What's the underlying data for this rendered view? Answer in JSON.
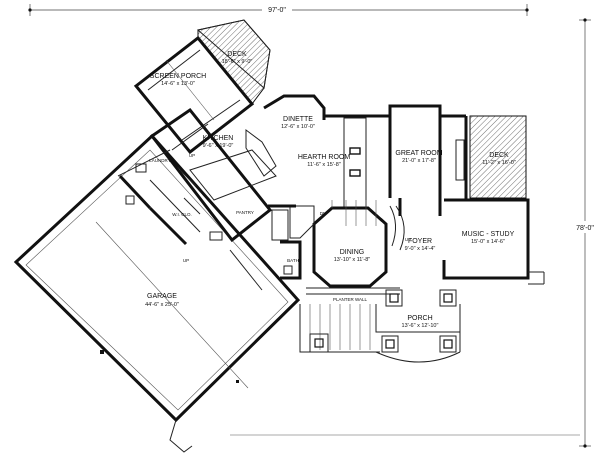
{
  "dimensions": {
    "overall_width": "97'-0\"",
    "overall_depth": "78'-0\""
  },
  "rooms": {
    "deck_top": {
      "name": "DECK",
      "size": "18'-6\" x 9'-0\""
    },
    "screen_porch": {
      "name": "SCREEN PORCH",
      "size": "14'-6\" x 13'-0\""
    },
    "dinette": {
      "name": "DINETTE",
      "size": "12'-6\" x 10'-0\""
    },
    "kitchen": {
      "name": "KITCHEN",
      "size": "9'-6\" x 19'-0\""
    },
    "hearth_room": {
      "name": "HEARTH ROOM",
      "size": "11'-6\" x 15'-8\""
    },
    "great_room": {
      "name": "GREAT ROOM",
      "size": "21'-0\" x 17'-8\""
    },
    "deck_right": {
      "name": "DECK",
      "size": "11'-2\" x 16'-0\""
    },
    "music_study": {
      "name": "MUSIC - STUDY",
      "size": "15'-0\" x 14'-6\""
    },
    "dining": {
      "name": "DINING",
      "size": "13'-10\" x 11'-8\""
    },
    "foyer": {
      "name": "FOYER",
      "size": "9'-0\" x 14'-4\""
    },
    "porch": {
      "name": "PORCH",
      "size": "13'-6\" x 12'-10\""
    },
    "garage": {
      "name": "GARAGE",
      "size": "44'-6\" x 25'-0\""
    }
  },
  "small_labels": {
    "laundry": "LAUNDRY",
    "wicl": "W.I. CLO.",
    "pantry": "PANTRY",
    "bath": "BATH",
    "planter_wall": "PLANTER WALL",
    "up1": "UP",
    "up2": "UP",
    "up3": "UP",
    "dn": "DN"
  }
}
